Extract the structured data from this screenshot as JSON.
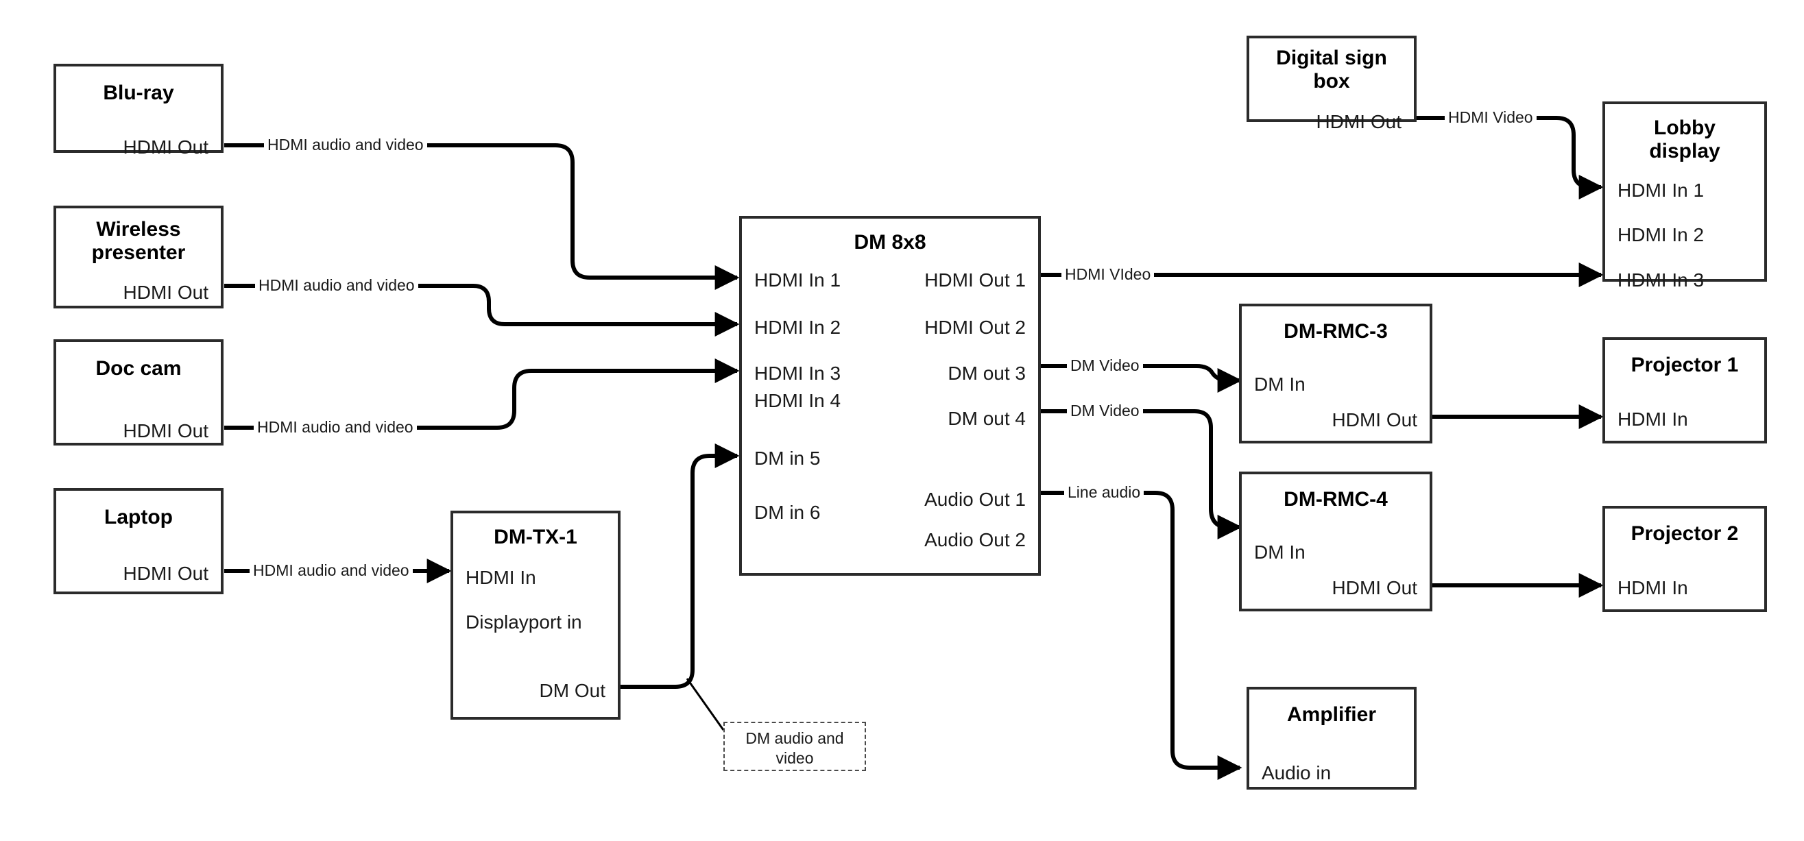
{
  "diagram": {
    "title": "AV signal flow",
    "background_color": "#ffffff",
    "line_color": "#000000",
    "box_border_color": "#2b2b2b"
  },
  "nodes": {
    "bluray": {
      "title": "Blu-ray",
      "ports_right": [
        "HDMI Out"
      ]
    },
    "wireless": {
      "title": "Wireless\npresenter",
      "ports_right": [
        "HDMI Out"
      ]
    },
    "doccam": {
      "title": "Doc cam",
      "ports_right": [
        "HDMI Out"
      ]
    },
    "laptop": {
      "title": "Laptop",
      "ports_right": [
        "HDMI Out"
      ]
    },
    "dmtx1": {
      "title": "DM-TX-1",
      "ports_left": [
        "HDMI In",
        "Displayport in"
      ],
      "ports_right": [
        "DM Out"
      ]
    },
    "dm8x8": {
      "title": "DM 8x8",
      "ports_left": [
        "HDMI In 1",
        "HDMI In 2",
        "HDMI In 3",
        "HDMI In 4",
        "DM in 5",
        "DM in 6"
      ],
      "ports_right": [
        "HDMI Out 1",
        "HDMI Out 2",
        "DM out 3",
        "DM out 4",
        "Audio Out 1",
        "Audio Out 2"
      ]
    },
    "digitalsign": {
      "title": "Digital sign\nbox",
      "ports_right": [
        "HDMI Out"
      ]
    },
    "lobby": {
      "title": "Lobby\ndisplay",
      "ports_left": [
        "HDMI In 1",
        "HDMI In 2",
        "HDMI In 3"
      ]
    },
    "dmrmc3": {
      "title": "DM-RMC-3",
      "ports_left": [
        "DM In"
      ],
      "ports_right": [
        "HDMI Out"
      ]
    },
    "dmrmc4": {
      "title": "DM-RMC-4",
      "ports_left": [
        "DM In"
      ],
      "ports_right": [
        "HDMI Out"
      ]
    },
    "projector1": {
      "title": "Projector 1",
      "ports_left": [
        "HDMI In"
      ]
    },
    "projector2": {
      "title": "Projector 2",
      "ports_left": [
        "HDMI In"
      ]
    },
    "amplifier": {
      "title": "Amplifier",
      "ports_left": [
        "Audio in"
      ]
    }
  },
  "node_labels": {
    "bluray_title": "Blu-ray",
    "bluray_port_out": "HDMI Out",
    "wireless_title_line1": "Wireless",
    "wireless_title_line2": "presenter",
    "wireless_port_out": "HDMI Out",
    "doccam_title": "Doc cam",
    "doccam_port_out": "HDMI Out",
    "laptop_title": "Laptop",
    "laptop_port_out": "HDMI Out",
    "dmtx1_title": "DM-TX-1",
    "dmtx1_port_hdmi_in": "HDMI In",
    "dmtx1_port_dp_in": "Displayport in",
    "dmtx1_port_dm_out": "DM Out",
    "dm8x8_title": "DM 8x8",
    "dm8x8_in1": "HDMI In 1",
    "dm8x8_in2": "HDMI In 2",
    "dm8x8_in3": "HDMI In 3",
    "dm8x8_in4": "HDMI In 4",
    "dm8x8_in5": "DM in 5",
    "dm8x8_in6": "DM in 6",
    "dm8x8_out1": "HDMI Out 1",
    "dm8x8_out2": "HDMI Out 2",
    "dm8x8_out3": "DM out 3",
    "dm8x8_out4": "DM out 4",
    "dm8x8_aout1": "Audio Out 1",
    "dm8x8_aout2": "Audio Out 2",
    "digitalsign_title_line1": "Digital sign",
    "digitalsign_title_line2": "box",
    "digitalsign_port_out": "HDMI Out",
    "lobby_title_line1": "Lobby",
    "lobby_title_line2": "display",
    "lobby_in1": "HDMI In 1",
    "lobby_in2": "HDMI In 2",
    "lobby_in3": "HDMI In 3",
    "dmrmc3_title": "DM-RMC-3",
    "dmrmc3_port_in": "DM In",
    "dmrmc3_port_out": "HDMI Out",
    "dmrmc4_title": "DM-RMC-4",
    "dmrmc4_port_in": "DM In",
    "dmrmc4_port_out": "HDMI Out",
    "projector1_title": "Projector 1",
    "projector1_port_in": "HDMI In",
    "projector2_title": "Projector 2",
    "projector2_port_in": "HDMI In",
    "amplifier_title": "Amplifier",
    "amplifier_port_in": "Audio in"
  },
  "edges": [
    {
      "id": "bluray-to-in1",
      "label": "HDMI audio and video",
      "from": "bluray.HDMI Out",
      "to": "dm8x8.HDMI In 1"
    },
    {
      "id": "wireless-to-in2",
      "label": "HDMI audio and video",
      "from": "wireless.HDMI Out",
      "to": "dm8x8.HDMI In 2"
    },
    {
      "id": "doccam-to-in3",
      "label": "HDMI audio and video",
      "from": "doccam.HDMI Out",
      "to": "dm8x8.HDMI In 3"
    },
    {
      "id": "laptop-to-dmtx1",
      "label": "HDMI audio and video",
      "from": "laptop.HDMI Out",
      "to": "dmtx1.HDMI In"
    },
    {
      "id": "dmtx1-to-in5",
      "label": "DM audio and video",
      "from": "dmtx1.DM Out",
      "to": "dm8x8.DM in 5"
    },
    {
      "id": "out1-to-lobby-in3",
      "label": "HDMI VIdeo",
      "from": "dm8x8.HDMI Out 1",
      "to": "lobby.HDMI In 3"
    },
    {
      "id": "out3-to-rmc3",
      "label": "DM Video",
      "from": "dm8x8.DM out 3",
      "to": "dmrmc3.DM In"
    },
    {
      "id": "out4-to-rmc4",
      "label": "DM Video",
      "from": "dm8x8.DM out 4",
      "to": "dmrmc4.DM In"
    },
    {
      "id": "aout1-to-amp",
      "label": "Line audio",
      "from": "dm8x8.Audio Out 1",
      "to": "amplifier.Audio in"
    },
    {
      "id": "sign-to-lobby-in1",
      "label": "HDMI Video",
      "from": "digitalsign.HDMI Out",
      "to": "lobby.HDMI In 1"
    },
    {
      "id": "rmc3-to-proj1",
      "label": "",
      "from": "dmrmc3.HDMI Out",
      "to": "projector1.HDMI In"
    },
    {
      "id": "rmc4-to-proj2",
      "label": "",
      "from": "dmrmc4.HDMI Out",
      "to": "projector2.HDMI In"
    }
  ],
  "edge_labels": {
    "bluray": "HDMI audio and video",
    "wireless": "HDMI audio and video",
    "doccam": "HDMI audio and video",
    "laptop": "HDMI audio and video",
    "dmtx1_note": "DM audio and\nvideo",
    "dmtx1_note_line1": "DM audio and",
    "dmtx1_note_line2": "video",
    "hdmi_video_out1": "HDMI VIdeo",
    "dm_video_3": "DM Video",
    "dm_video_4": "DM Video",
    "line_audio": "Line audio",
    "hdmi_video_sign": "HDMI Video"
  }
}
